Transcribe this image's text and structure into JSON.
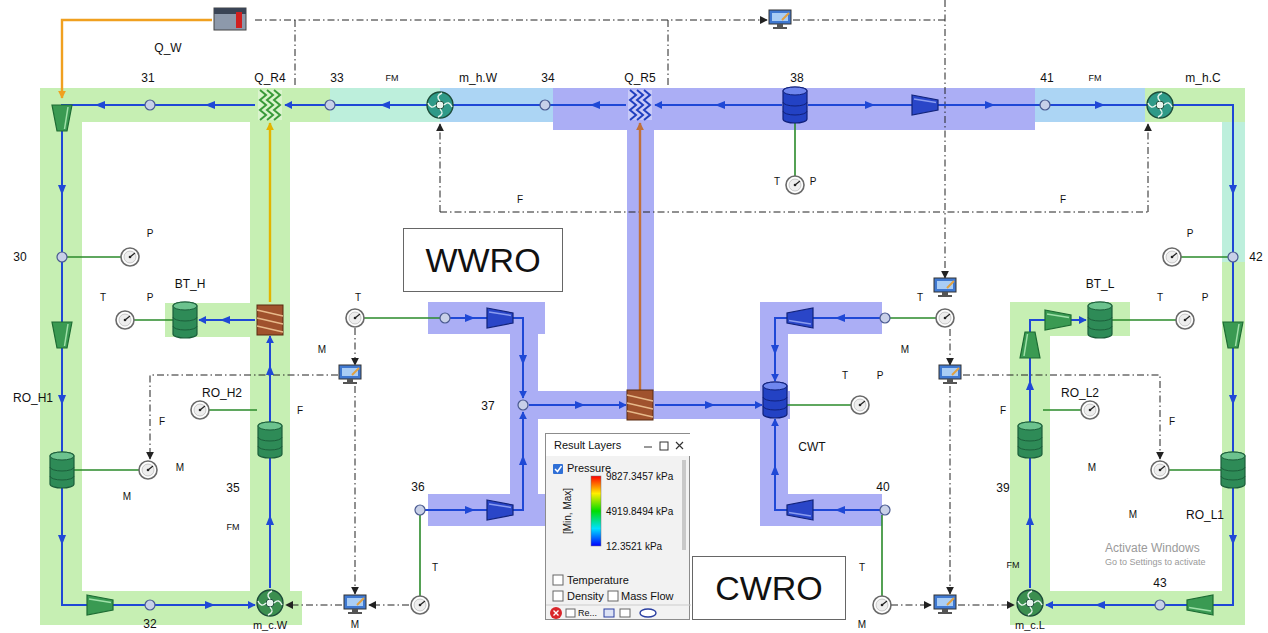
{
  "diagram": {
    "nodes": [
      {
        "text": [
          "WWRO"
        ]
      },
      {
        "text": [
          "Result Layers",
          "Pressure",
          "9827.3457 kPa",
          "4919.8494 kPa",
          "12.3521 kPa",
          "[Min, Max]",
          "Temperature",
          "Density",
          "Mass Flow",
          "Re..."
        ]
      },
      {
        "text": [
          "CWRO"
        ]
      }
    ],
    "labels": [
      "Q_W",
      "31",
      "Q_R4",
      "33",
      "FM",
      "m_h.W",
      "34",
      "Q_R5",
      "38",
      "41",
      "FM",
      "m_h.C",
      "T",
      "P",
      "F",
      "F",
      "P",
      "P",
      "30",
      "42",
      "BT_H",
      "BT_L",
      "T",
      "P",
      "T",
      "T",
      "T",
      "P",
      "M",
      "M",
      "T",
      "P",
      "RO_H2",
      "RO_L2",
      "RO_H1",
      "37",
      "F",
      "F",
      "F",
      "F",
      "CWT",
      "M",
      "M",
      "35",
      "39",
      "36",
      "40",
      "M",
      "M",
      "RO_L1",
      "FM",
      "FM",
      "T",
      "T",
      "43",
      "Activate Windows",
      "Go to Settings to activate",
      "32",
      "m_c.W",
      "M",
      "M",
      "m_c.L"
    ]
  }
}
